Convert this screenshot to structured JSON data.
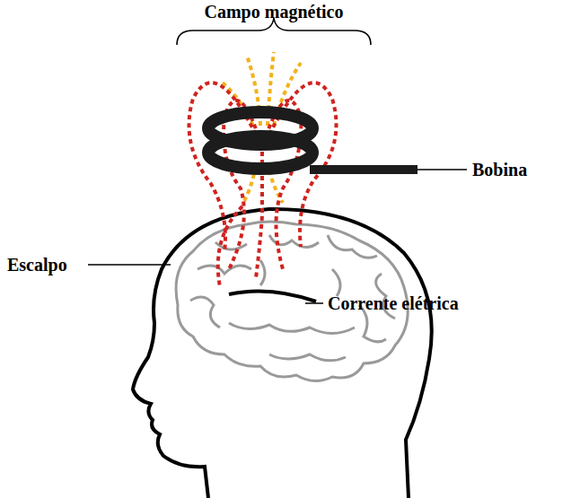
{
  "diagram": {
    "labels": [
      "Campo magnético",
      "Bobina",
      "Escalpo",
      "Corrente elétrica"
    ]
  }
}
